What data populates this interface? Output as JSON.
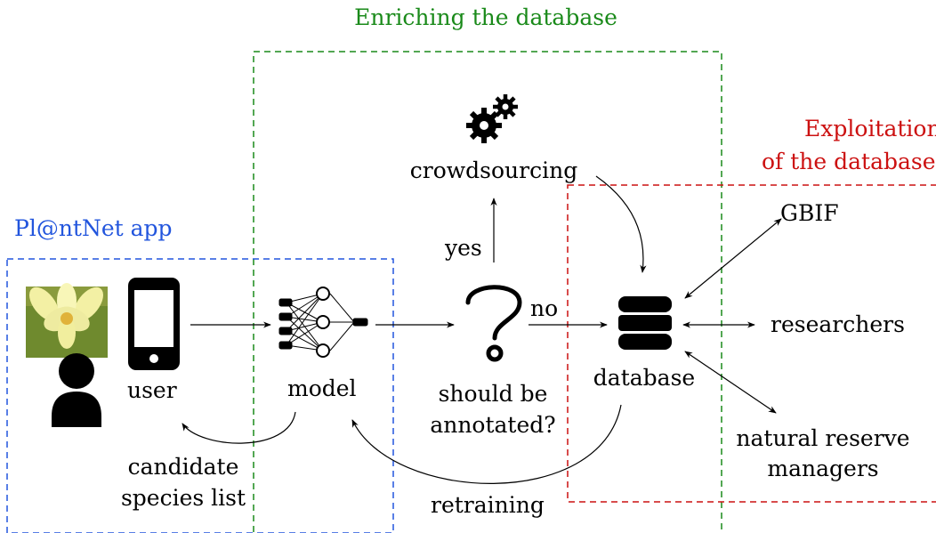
{
  "sections": {
    "enriching": {
      "label": "Enriching the database",
      "color": "#1a8a1a"
    },
    "exploitation": {
      "line1": "Exploitation",
      "line2": "of the database",
      "color": "#cc1111"
    },
    "app": {
      "label": "Pl@ntNet app",
      "color": "#2255dd"
    }
  },
  "nodes": {
    "user": "user",
    "model": "model",
    "crowdsourcing": "crowdsourcing",
    "question_line1": "should be",
    "question_line2": "annotated?",
    "database": "database",
    "gbif": "GBIF",
    "researchers": "researchers",
    "managers_line1": "natural reserve",
    "managers_line2": "managers"
  },
  "edges": {
    "yes": "yes",
    "no": "no",
    "candidate_line1": "candidate",
    "candidate_line2": "species list",
    "retraining": "retraining"
  },
  "icons": [
    "flower-photo",
    "person-icon",
    "smartphone-icon",
    "neural-network-icon",
    "gears-icon",
    "question-mark-icon",
    "database-icon"
  ]
}
